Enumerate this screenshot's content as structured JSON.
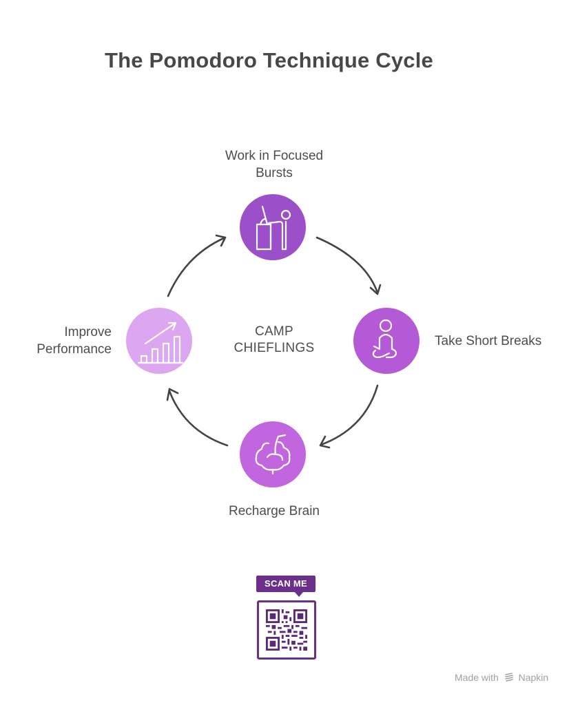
{
  "title": "The Pomodoro Technique Cycle",
  "center_label": [
    "CAMP",
    "CHIEFLINGS"
  ],
  "colors": {
    "work": "#9b4fc9",
    "breaks": "#b45ad6",
    "recharge": "#c266df",
    "improve": "#dda6f0",
    "arrow": "#444444",
    "qr_accent": "#6a2f8a"
  },
  "steps": [
    {
      "id": "work",
      "label": [
        "Work in Focused",
        "Bursts"
      ],
      "icon": "person-at-desk-icon"
    },
    {
      "id": "breaks",
      "label": [
        "Take Short Breaks"
      ],
      "icon": "meditation-icon"
    },
    {
      "id": "recharge",
      "label": [
        "Recharge Brain"
      ],
      "icon": "brain-icon"
    },
    {
      "id": "improve",
      "label": [
        "Improve",
        "Performance"
      ],
      "icon": "growth-chart-icon"
    }
  ],
  "qr": {
    "badge": "SCAN ME"
  },
  "footer": {
    "made_with": "Made with",
    "brand": "Napkin"
  }
}
